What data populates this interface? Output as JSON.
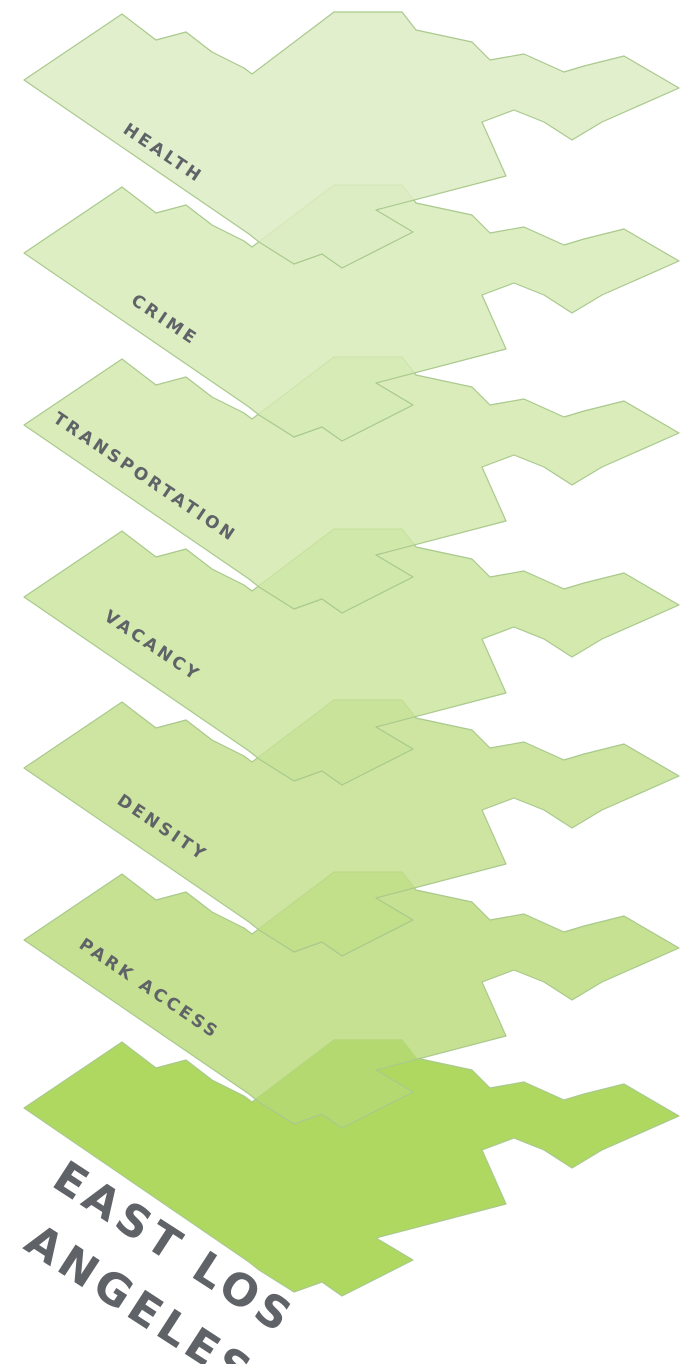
{
  "layers": [
    {
      "label": "HEALTH",
      "color": "#ddecc3",
      "opacity": 0.85
    },
    {
      "label": "CRIME",
      "color": "#d6eab6",
      "opacity": 0.82
    },
    {
      "label": "TRANSPORTATION",
      "color": "#cfe7a8",
      "opacity": 0.8
    },
    {
      "label": "VACANCY",
      "color": "#c8e398",
      "opacity": 0.8
    },
    {
      "label": "DENSITY",
      "color": "#c0df88",
      "opacity": 0.8
    },
    {
      "label": "PARK ACCESS",
      "color": "#b7da76",
      "opacity": 0.8
    }
  ],
  "base": {
    "label_line1": "EAST LOS",
    "label_line2": "ANGELES",
    "color": "#aed85f"
  }
}
